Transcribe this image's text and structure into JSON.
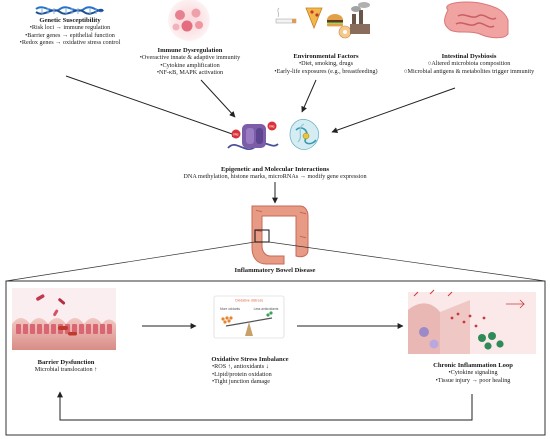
{
  "factors": {
    "genetic": {
      "title": "Genetic Susceptibility",
      "items": [
        "•Risk loci → immune regulation",
        "•Barrier genes → epithelial function",
        "•Redox genes → oxidative stress control"
      ]
    },
    "immune": {
      "title": "Immune Dysregulation",
      "items": [
        "•Overactive innate & adaptive immunity",
        "•Cytokine amplification",
        "•NF-κB, MAPK activation"
      ]
    },
    "environmental": {
      "title": "Environmental Factors",
      "items": [
        "•Diet, smoking, drugs",
        "•Early-life exposures (e.g., breastfeeding)"
      ]
    },
    "intestinal": {
      "title": "Intestinal Dysbiosis",
      "items": [
        "○Altered microbiota composition",
        "○Microbial antigens & metabolites trigger immunity"
      ]
    }
  },
  "epigenetic": {
    "title": "Epigenetic and Molecular Interactions",
    "subtitle": "DNA methylation, histone marks, microRNAs → modify gene expression",
    "badge_label": "Me"
  },
  "ibd": {
    "title": "Inflammatory Bowel Disease"
  },
  "barrier": {
    "title": "Barrier Dysfunction",
    "subtitle": "Microbial translocation ↑"
  },
  "oxidative": {
    "title": "Oxidative Stress Imbalance",
    "items": [
      "•ROS ↑, antioxidants ↓",
      "•Lipid/protein oxidation",
      "•Tight junction damage"
    ],
    "inset_title": "Oxidative distress",
    "left_pan_label": "More oxidants",
    "right_pan_label": "Less antioxidants"
  },
  "chronic": {
    "title": "Chronic Inflammation Loop",
    "items": [
      "•Cytokine signaling",
      "•Tissue injury → poor healing"
    ]
  },
  "colors": {
    "arrow": "#222222",
    "frame": "#333333",
    "colon": "#e79a84",
    "dna": "#2a72c9",
    "immune_glow": "#f6c3c8",
    "microbiota": "#e07a86",
    "tissue": "#e3a7a2",
    "ros_green": "#2e8b57",
    "cytokine_red": "#c83a3a"
  }
}
